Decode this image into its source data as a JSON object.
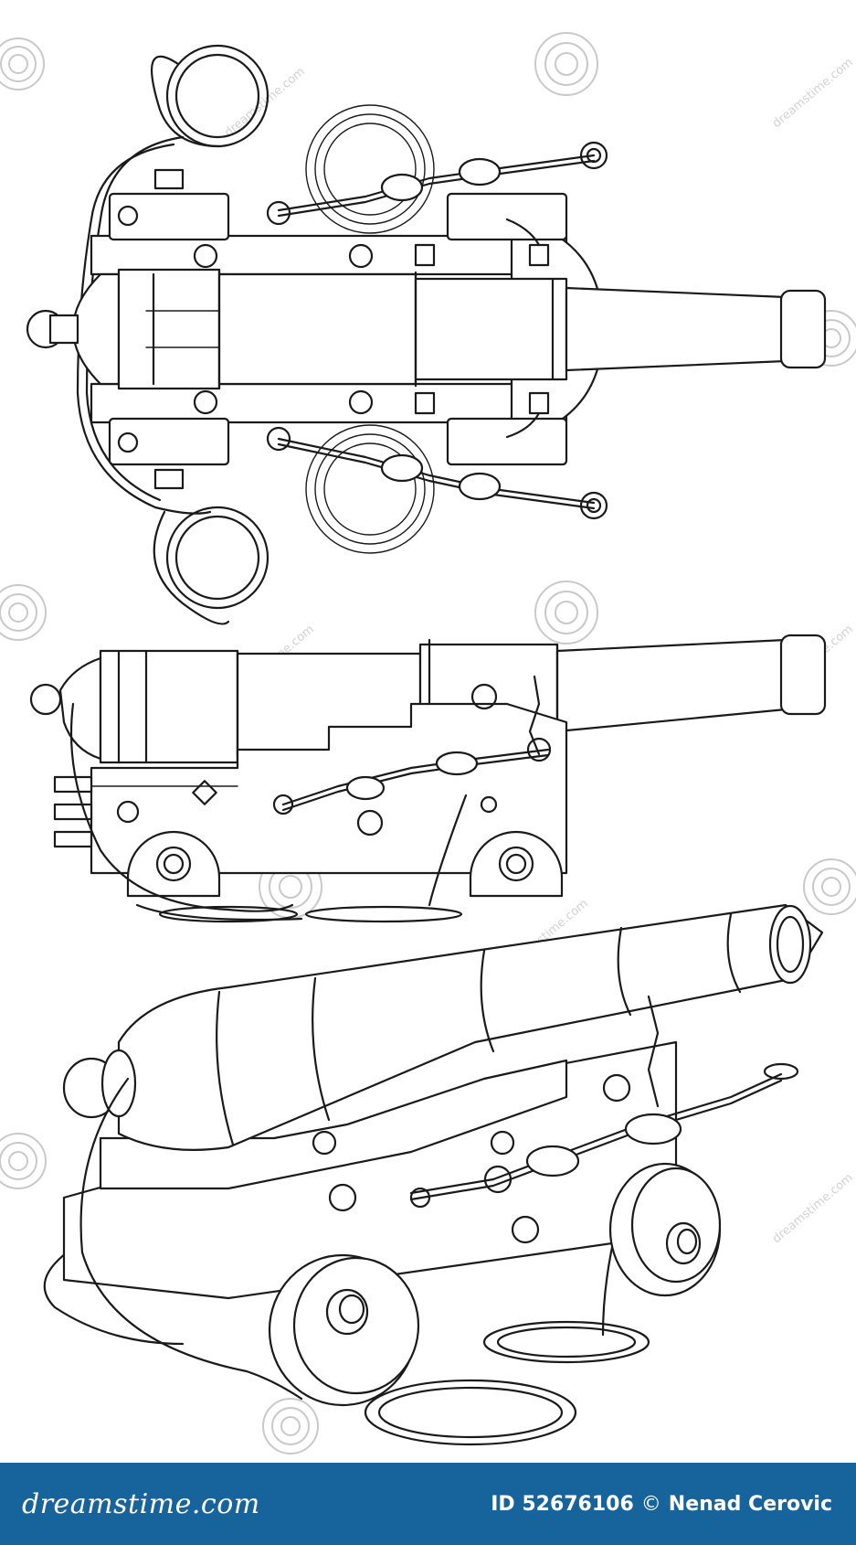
{
  "footer": {
    "brand": "dreamstime.com",
    "id_text": "ID 52676106",
    "copyright_symbol": "©",
    "author": "Nenad Cerovic",
    "background_color": "#17639b",
    "text_color": "#ffffff"
  },
  "watermark": {
    "icon": "swirl-icon",
    "text": "dreamstime.com"
  },
  "illustration": {
    "line_color": "#1a1a1a",
    "views": [
      "top-view",
      "side-view",
      "perspective-view"
    ]
  }
}
